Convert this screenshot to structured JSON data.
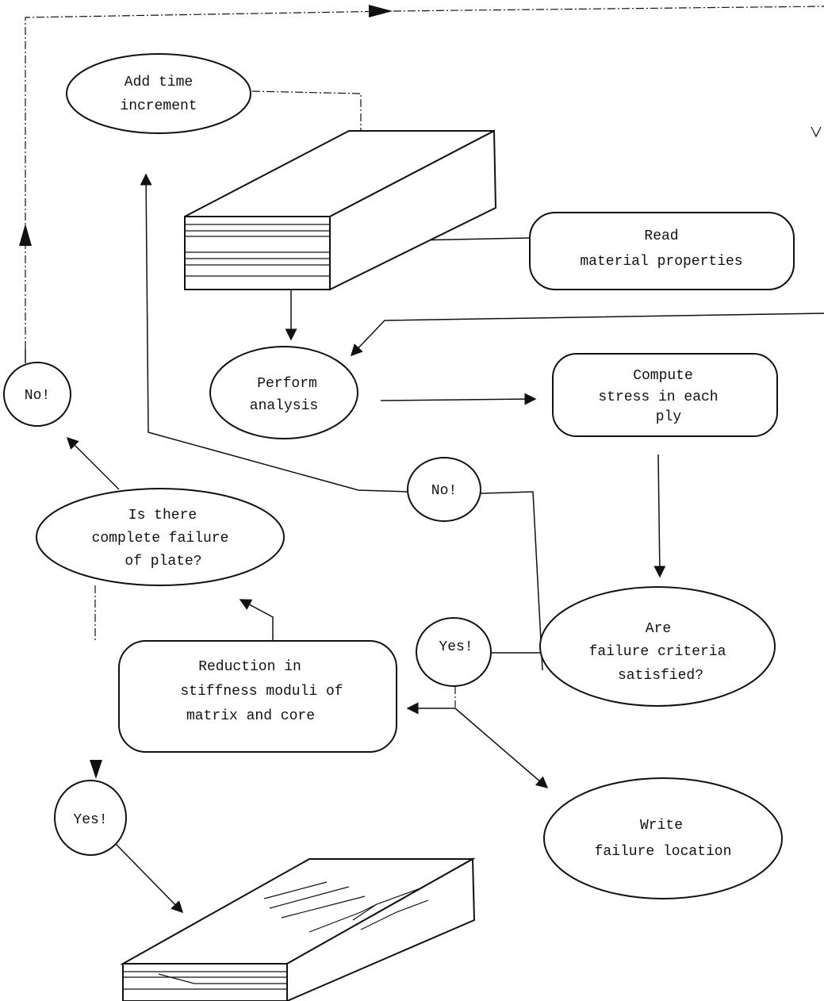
{
  "nodes": {
    "add_time_increment": [
      "Add time",
      "increment"
    ],
    "read_material_properties": [
      "Read",
      "material properties"
    ],
    "perform_analysis": [
      "Perform",
      "analysis"
    ],
    "compute_stress": [
      "Compute",
      "stress in each",
      "ply"
    ],
    "no_right": "No!",
    "no_left": "No!",
    "is_complete_failure": [
      "Is there",
      "complete failure",
      "of plate?"
    ],
    "are_failure_criteria": [
      "Are",
      "failure criteria",
      "satisfied?"
    ],
    "yes_right": "Yes!",
    "reduction_stiffness": [
      "Reduction in",
      "stiffness moduli of",
      "matrix and core"
    ],
    "write_failure_location": [
      "Write",
      "failure location"
    ],
    "yes_bottom": "Yes!"
  },
  "colors": {
    "ink": "#111111",
    "paper": "#ffffff"
  }
}
